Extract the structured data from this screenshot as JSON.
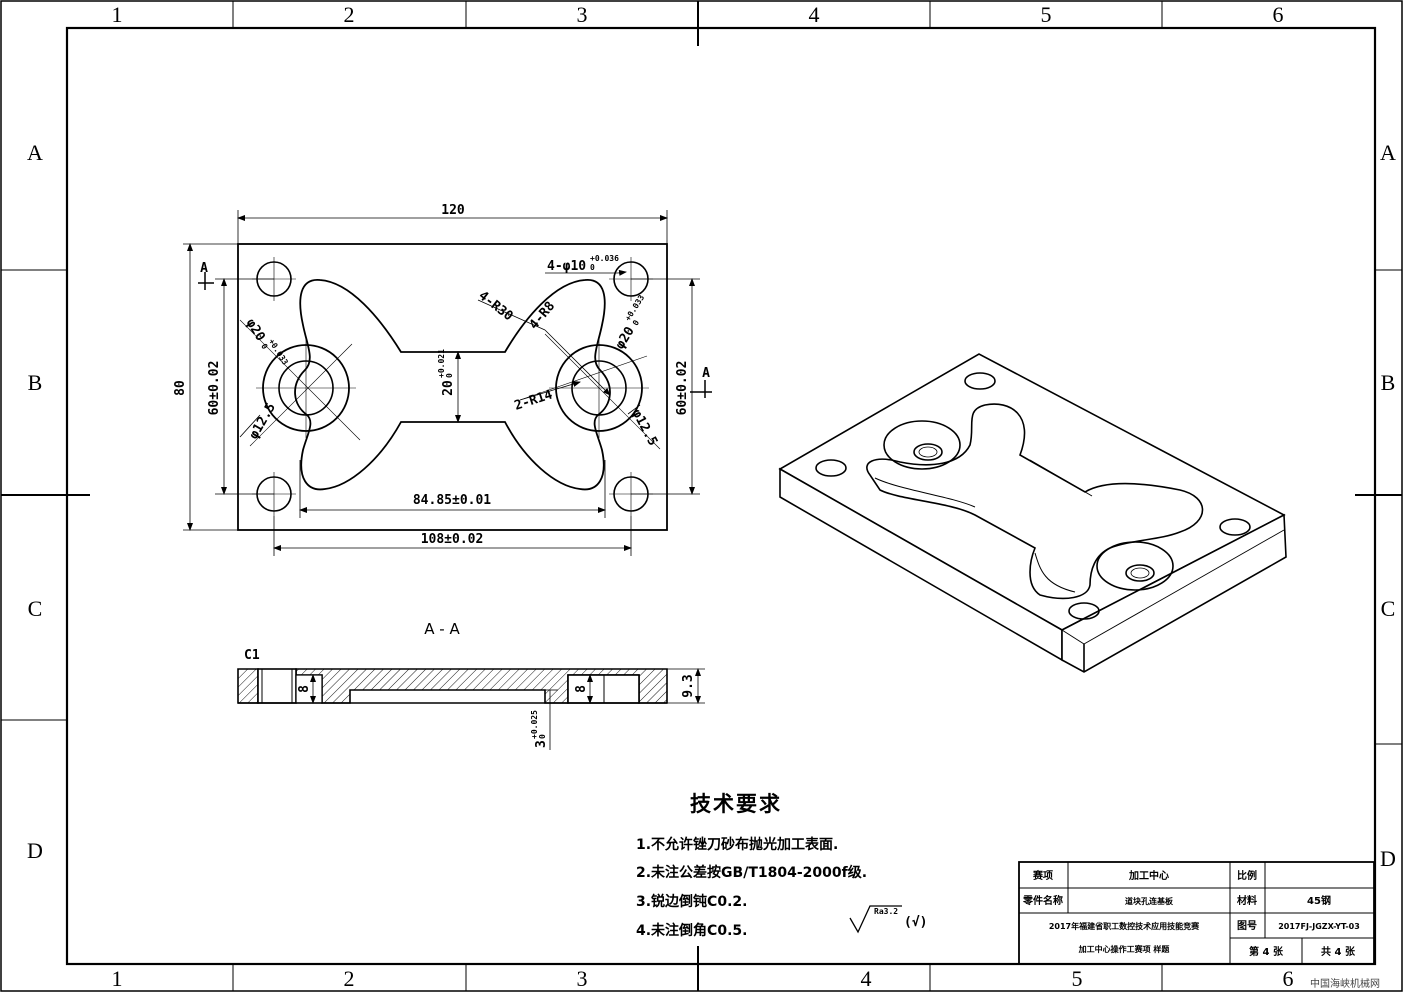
{
  "grid": {
    "top_numbers": [
      "1",
      "2",
      "3",
      "4",
      "5",
      "6"
    ],
    "bottom_numbers": [
      "1",
      "2",
      "3",
      "4",
      "5",
      "6"
    ],
    "left_letters": [
      "A",
      "B",
      "C",
      "D"
    ],
    "right_letters": [
      "A",
      "B",
      "C",
      "D"
    ]
  },
  "plan_view": {
    "overall_width": "120",
    "overall_height": "80",
    "pitch_vertical_left": "60±0.02",
    "pitch_vertical_right": "60±0.02",
    "center_distance": "84.85±0.01",
    "pitch_horizontal": "108±0.02",
    "slot_width": "20",
    "slot_width_tol_upper": "+0.021",
    "slot_width_tol_lower": "0",
    "hole_callout": "4-φ10",
    "hole_tol_upper": "+0.036",
    "hole_tol_lower": "0",
    "radius_r30": "4-R30",
    "radius_r8": "4-R8",
    "radius_r14": "2-R14",
    "bore_left": "φ20",
    "bore_left_tol_upper": "+0.033",
    "bore_left_tol_lower": "0",
    "bore_right": "φ20",
    "bore_right_tol_upper": "+0.033",
    "bore_right_tol_lower": "0",
    "thru_left": "φ12.5",
    "thru_right": "φ12.5",
    "section_marker_left": "A",
    "section_marker_right": "A"
  },
  "section_view": {
    "title": "A - A",
    "chamfer": "C1",
    "thickness": "9.3",
    "counterbore_depth_left": "8",
    "counterbore_depth_right": "8",
    "pocket_depth": "3",
    "pocket_depth_tol_upper": "+0.025",
    "pocket_depth_tol_lower": "0"
  },
  "tech_requirements": {
    "title": "技术要求",
    "items": [
      "1.不允许锉刀砂布抛光加工表面.",
      "2.未注公差按GB/T1804-2000f级.",
      "3.锐边倒钝C0.2.",
      "4.未注倒角C0.5."
    ]
  },
  "roughness": {
    "value": "Ra3.2",
    "other": "(√)"
  },
  "title_block": {
    "event_label": "赛项",
    "event_value": "加工中心",
    "scale_label": "比例",
    "scale_value": "",
    "part_label": "零件名称",
    "part_value": "道块孔连基板",
    "material_label": "材料",
    "material_value": "45钢",
    "competition": "2017年福建省职工数控技术应用技能竞赛",
    "drawing_no_label": "图号",
    "drawing_no_value": "2017FJ-JGZX-YT-03",
    "task": "加工中心操作工赛项 样题",
    "sheet_label": "第 4 张",
    "total_label": "共 4 张"
  },
  "watermark": "中国海峡机械网"
}
